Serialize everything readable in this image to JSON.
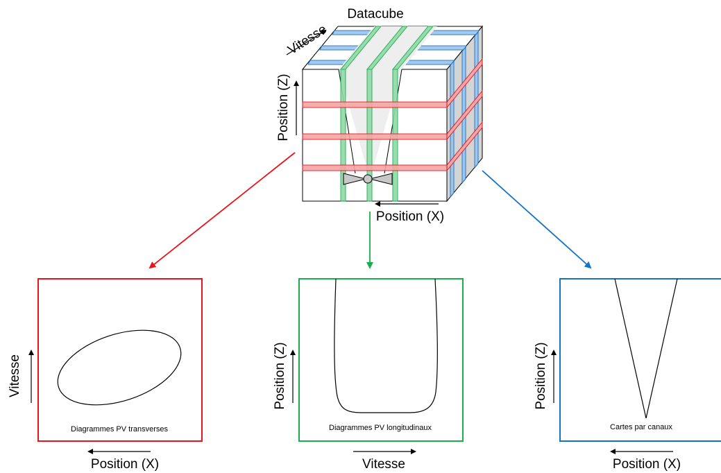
{
  "cube": {
    "title": "Datacube",
    "axis_velocity": "Vitesse",
    "axis_position_z": "Position (Z)",
    "axis_position_x": "Position (X)"
  },
  "panels": [
    {
      "caption": "Diagrammes PV transverses",
      "color": "#e8141b",
      "x_axis": "Position (X)",
      "y_axis": "Vitesse"
    },
    {
      "caption": "Diagrammes PV longitudinaux",
      "color": "#1aad4b",
      "x_axis": "Vitesse",
      "y_axis": "Position (Z)"
    },
    {
      "caption": "Cartes par canaux",
      "color": "#1672c4",
      "x_axis": "Position (X)",
      "y_axis": "Position (Z)"
    }
  ]
}
